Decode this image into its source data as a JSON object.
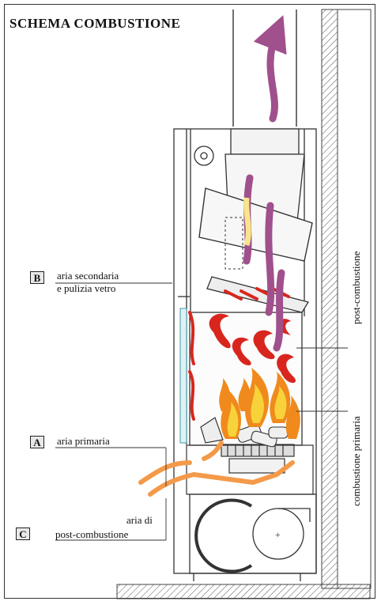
{
  "title": "SCHEMA COMBUSTIONE",
  "labels": {
    "b_letter": "B",
    "b_line1": "aria secondaria",
    "b_line2": "e pulizia vetro",
    "a_letter": "A",
    "a_text": "aria primaria",
    "c_letter": "C",
    "c_line1": "aria di",
    "c_line2": "post-combustione",
    "post_combustione": "post-combustione",
    "combustione_primaria": "combustione primaria"
  },
  "colors": {
    "smoke": "#a0508c",
    "flame_red": "#d8261e",
    "flame_orange": "#f08a1c",
    "flame_yellow": "#f8d23a",
    "air_orange": "#f39a4a",
    "wall_gray": "#666666"
  }
}
